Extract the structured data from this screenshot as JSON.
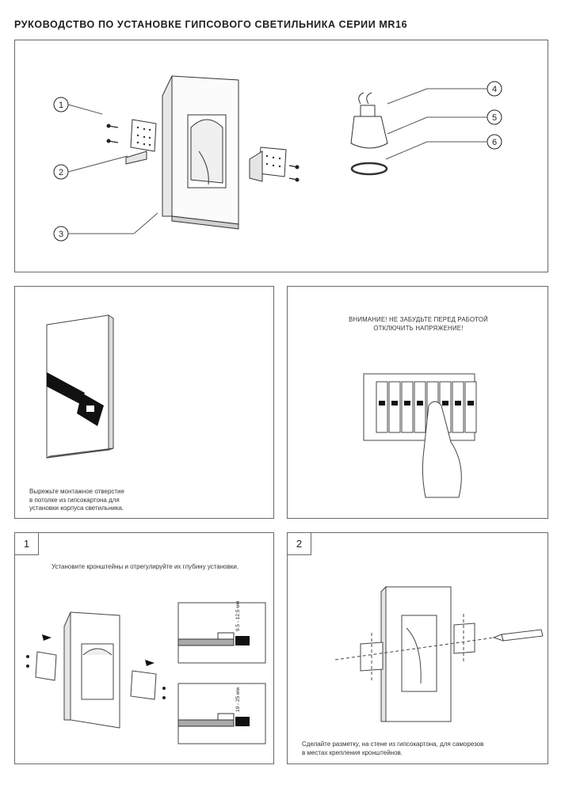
{
  "title": "РУКОВОДСТВО ПО УСТАНОВКЕ ГИПСОВОГО СВЕТИЛЬНИКА СЕРИИ MR16",
  "parts_panel": {
    "callouts": [
      "1",
      "2",
      "3",
      "4",
      "5",
      "6"
    ]
  },
  "cutout_panel": {
    "text": [
      "Вырежьте монтажное отверстие",
      "в потолке из гипсокартона для",
      "установки корпуса светильника."
    ]
  },
  "warning_panel": {
    "text": [
      "ВНИМАНИЕ! НЕ ЗАБУДЬТЕ ПЕРЕД РАБОТОЙ",
      "ОТКЛЮЧИТЬ НАПРЯЖЕНИЕ!"
    ]
  },
  "step1": {
    "number": "1",
    "text": "Установите кронштейны и отрегулируйте их глубину установки.",
    "dim_top": "9.5 - 12.5 мм",
    "dim_bottom": "19 - 25 мм"
  },
  "step2": {
    "number": "2",
    "text": [
      "Сделайте разметку, на стене из гипсокартона, для саморезов",
      "в местах крепления кронштейнов."
    ]
  }
}
